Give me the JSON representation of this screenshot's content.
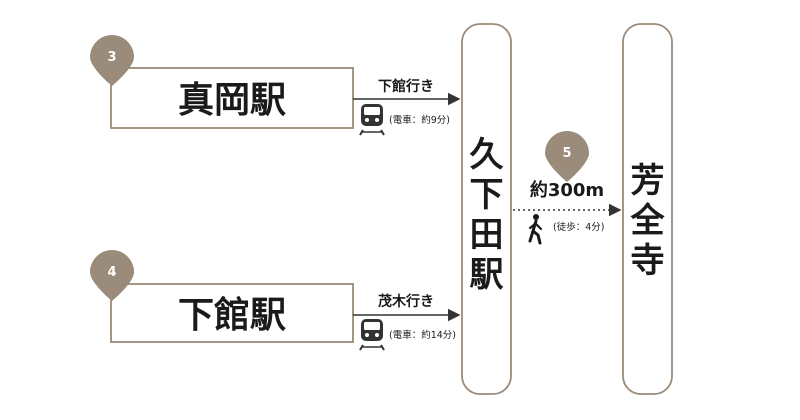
{
  "colors": {
    "frame": "#9a8b7a",
    "pin": "#9a8b7a",
    "arrow": "#333333",
    "text": "#1a1a1a"
  },
  "stations": {
    "top": {
      "pin": "3",
      "name": "真岡駅"
    },
    "bottom": {
      "pin": "4",
      "name": "下館駅"
    }
  },
  "routes": {
    "top": {
      "direction": "下館行き",
      "note": "(電車：約9分)",
      "icon": "train-icon"
    },
    "bottom": {
      "direction": "茂木行き",
      "note": "(電車：約14分)",
      "icon": "train-icon"
    }
  },
  "hub": {
    "chars": [
      "久",
      "下",
      "田",
      "駅"
    ]
  },
  "walk": {
    "pin": "5",
    "distance": "約300m",
    "note": "(徒歩：4分)",
    "icon": "walking-person-icon"
  },
  "destination": {
    "chars": [
      "芳",
      "全",
      "寺"
    ]
  }
}
